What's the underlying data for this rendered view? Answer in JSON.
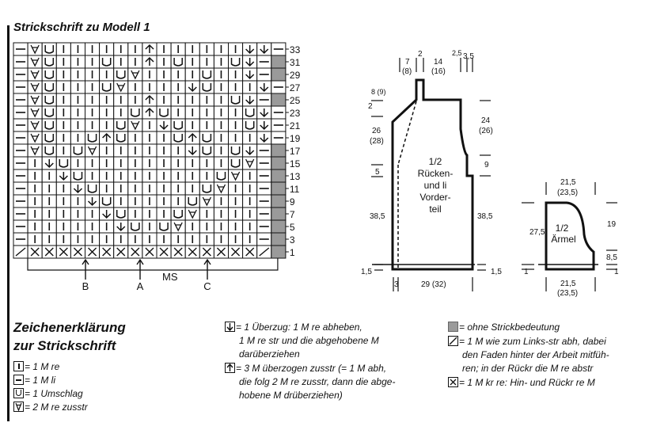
{
  "title": "Strickschrift zu Modell 1",
  "chart": {
    "row_numbers": [
      "33",
      "31",
      "29",
      "27",
      "25",
      "23",
      "21",
      "19",
      "17",
      "15",
      "13",
      "11",
      "9",
      "7",
      "5",
      "3",
      "1"
    ],
    "ms_label": "MS",
    "markers": [
      "B",
      "A",
      "C"
    ]
  },
  "schematic": {
    "front_back": {
      "label": [
        "1/2",
        "Rücken-",
        "und li",
        "Vorder-",
        "teil"
      ],
      "dims": {
        "top_7": "7",
        "top_8": "(8)",
        "top_2": "2",
        "top_14": "14",
        "top_16": "(16)",
        "top_25": "2,5",
        "top_35": "3,5",
        "left_89": "8 (9)",
        "left_2": "2",
        "left_26": "26",
        "left_28": "(28)",
        "left_5": "5",
        "left_385": "38,5",
        "left_15": "1,5",
        "right_24": "24",
        "right_26": "(26)",
        "right_9": "9",
        "right_385": "38,5",
        "right_15": "1,5",
        "bottom_3": "3",
        "bottom_29": "29 (32)"
      }
    },
    "sleeve": {
      "label": [
        "1/2",
        "Ärmel"
      ],
      "dims": {
        "top_215": "21,5",
        "top_235": "(23,5)",
        "left_275": "27,5",
        "left_1": "1",
        "right_19": "19",
        "right_85": "8,5",
        "right_1": "1",
        "bottom_215": "21,5",
        "bottom_235": "(23,5)"
      }
    }
  },
  "legend": {
    "heading_line1": "Zeichenerklärung",
    "heading_line2": "zur Strickschrift",
    "col1": [
      {
        "icon": "knit-symbol",
        "text": "= 1 M re"
      },
      {
        "icon": "purl-symbol",
        "text": "= 1 M li"
      },
      {
        "icon": "yarn-over-symbol",
        "text": "= 1 Umschlag"
      },
      {
        "icon": "k2tog-symbol",
        "text": "= 2 M re zusstr"
      }
    ],
    "col2": [
      {
        "icon": "skpo-symbol",
        "lines": [
          "= 1 Überzug: 1 M re abheben,",
          "1 M re str und die abgehobene M",
          "darüberziehen"
        ]
      },
      {
        "icon": "double-decrease-symbol",
        "lines": [
          "= 3 M überzogen zusstr (= 1 M abh,",
          "die folg 2 M re zusstr, dann die abge-",
          "hobene M drüberziehen)"
        ]
      }
    ],
    "col3": [
      {
        "icon": "no-stitch-symbol",
        "lines": [
          "= ohne Strickbedeutung"
        ]
      },
      {
        "icon": "slip-stitch-symbol",
        "lines": [
          "= 1 M wie zum Links-str abh, dabei",
          "den Faden hinter der Arbeit mitfüh-",
          "ren; in der Rückr die M re abstr"
        ]
      },
      {
        "icon": "garter-stitch-symbol",
        "lines": [
          "= 1 M kr re: Hin- und Rückr re M"
        ]
      }
    ]
  }
}
